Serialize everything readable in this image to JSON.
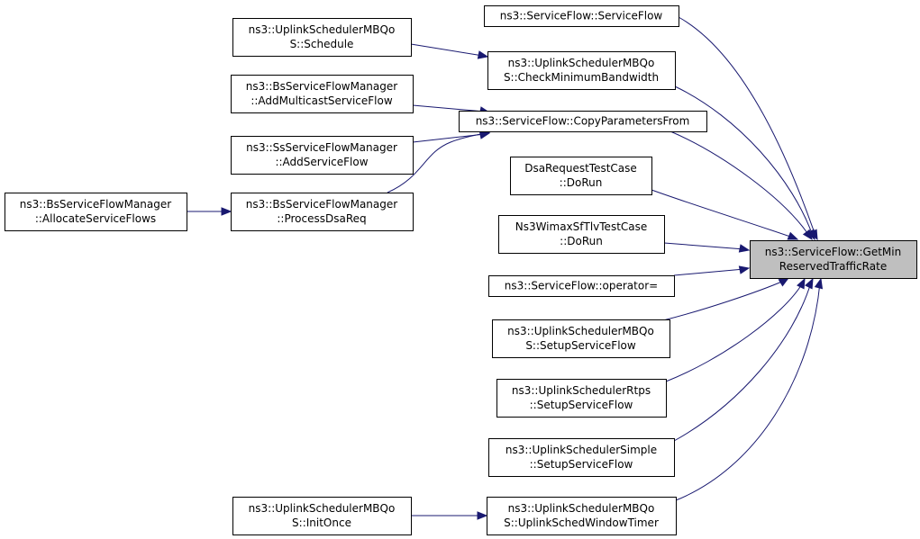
{
  "graph": {
    "colors": {
      "edge": "#191970",
      "node_fill": "#ffffff",
      "target_fill": "#bfbfbf",
      "border": "#000000"
    },
    "nodes": [
      {
        "id": "target",
        "lines": [
          "ns3::ServiceFlow::GetMin",
          "ReservedTrafficRate"
        ],
        "target": true
      },
      {
        "id": "sf_ctor",
        "lines": [
          "ns3::ServiceFlow::ServiceFlow"
        ]
      },
      {
        "id": "check_min_bw",
        "lines": [
          "ns3::UplinkSchedulerMBQo",
          "S::CheckMinimumBandwidth"
        ]
      },
      {
        "id": "copy_params",
        "lines": [
          "ns3::ServiceFlow::CopyParametersFrom"
        ]
      },
      {
        "id": "dsa_request",
        "lines": [
          "DsaRequestTestCase",
          "::DoRun"
        ]
      },
      {
        "id": "wimax_tlv",
        "lines": [
          "Ns3WimaxSfTlvTestCase",
          "::DoRun"
        ]
      },
      {
        "id": "op_assign",
        "lines": [
          "ns3::ServiceFlow::operator="
        ]
      },
      {
        "id": "mbqos_setup",
        "lines": [
          "ns3::UplinkSchedulerMBQo",
          "S::SetupServiceFlow"
        ]
      },
      {
        "id": "rtps_setup",
        "lines": [
          "ns3::UplinkSchedulerRtps",
          "::SetupServiceFlow"
        ]
      },
      {
        "id": "simple_setup",
        "lines": [
          "ns3::UplinkSchedulerSimple",
          "::SetupServiceFlow"
        ]
      },
      {
        "id": "window_timer",
        "lines": [
          "ns3::UplinkSchedulerMBQo",
          "S::UplinkSchedWindowTimer"
        ]
      },
      {
        "id": "mbqos_schedule",
        "lines": [
          "ns3::UplinkSchedulerMBQo",
          "S::Schedule"
        ]
      },
      {
        "id": "bs_add_multicast",
        "lines": [
          "ns3::BsServiceFlowManager",
          "::AddMulticastServiceFlow"
        ]
      },
      {
        "id": "ss_add_sf",
        "lines": [
          "ns3::SsServiceFlowManager",
          "::AddServiceFlow"
        ]
      },
      {
        "id": "bs_process_dsa",
        "lines": [
          "ns3::BsServiceFlowManager",
          "::ProcessDsaReq"
        ]
      },
      {
        "id": "bs_allocate",
        "lines": [
          "ns3::BsServiceFlowManager",
          "::AllocateServiceFlows"
        ]
      },
      {
        "id": "mbqos_init",
        "lines": [
          "ns3::UplinkSchedulerMBQo",
          "S::InitOnce"
        ]
      }
    ],
    "edges": [
      {
        "from": "sf_ctor",
        "to": "target"
      },
      {
        "from": "check_min_bw",
        "to": "target"
      },
      {
        "from": "copy_params",
        "to": "target"
      },
      {
        "from": "dsa_request",
        "to": "target"
      },
      {
        "from": "wimax_tlv",
        "to": "target"
      },
      {
        "from": "op_assign",
        "to": "target"
      },
      {
        "from": "mbqos_setup",
        "to": "target"
      },
      {
        "from": "rtps_setup",
        "to": "target"
      },
      {
        "from": "simple_setup",
        "to": "target"
      },
      {
        "from": "window_timer",
        "to": "target"
      },
      {
        "from": "mbqos_schedule",
        "to": "check_min_bw"
      },
      {
        "from": "bs_add_multicast",
        "to": "copy_params"
      },
      {
        "from": "ss_add_sf",
        "to": "copy_params"
      },
      {
        "from": "bs_process_dsa",
        "to": "copy_params"
      },
      {
        "from": "bs_allocate",
        "to": "bs_process_dsa"
      },
      {
        "from": "mbqos_init",
        "to": "window_timer"
      }
    ]
  }
}
